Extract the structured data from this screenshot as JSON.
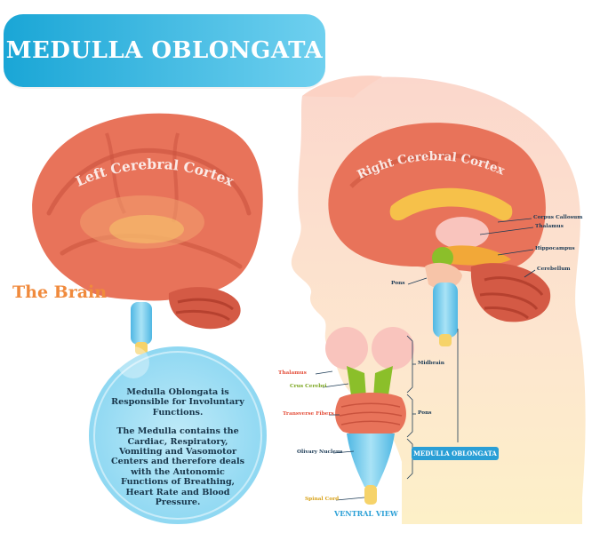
{
  "title": "MEDULLA OBLONGATA",
  "left_brain": {
    "arc_label": "Left Cerebral Cortex",
    "caption": "The Brain"
  },
  "right_brain": {
    "arc_label": "Right Cerebral Cortex",
    "labels": {
      "corpus_callosum": "Corpus Callosum",
      "thalamus": "Thalamus",
      "hippocampus": "Hippocampus",
      "cerebellum": "Cerebellum",
      "pons": "Pons"
    }
  },
  "info": {
    "line1": "Medulla Oblongata is Responsible for Involuntary Functions.",
    "line2": "The Medulla contains the Cardiac, Respiratory, Vomiting and Vasomotor Centers and therefore deals with the Autonomic Functions of Breathing, Heart Rate and Blood Pressure."
  },
  "ventral": {
    "labels": {
      "thalamus": "Thalamus",
      "crus_cerebri": "Crus Cerebri",
      "transverse_fibers": "Transverse Fibers",
      "olivary_nucleus": "Olivary Nucleus",
      "spinal_cord": "Spinal Cord",
      "midbrain": "Midbrain",
      "pons": "Pons"
    },
    "medulla_tag": "MEDULLA OBLONGATA",
    "caption": "VENTRAL VIEW"
  },
  "colors": {
    "banner": "#1aa6d6",
    "cortex": "#e8735a",
    "skin": "#fde0cf",
    "brainstem": "#7fd0ef",
    "text_dark": "#1b3a55",
    "label_red": "#e4503c",
    "label_green": "#7aa51e",
    "label_yellow": "#d8a21a",
    "accent_orange": "#f08a3c"
  }
}
